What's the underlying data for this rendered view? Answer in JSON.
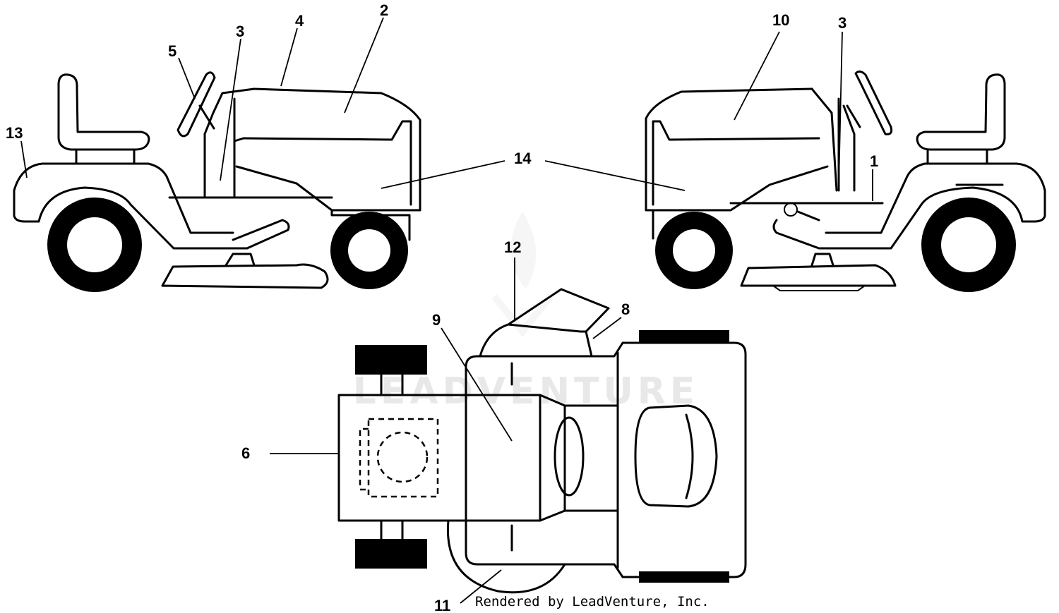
{
  "callouts": {
    "c1": "1",
    "c2": "2",
    "c3a": "3",
    "c3b": "3",
    "c4": "4",
    "c5": "5",
    "c6": "6",
    "c8": "8",
    "c9": "9",
    "c10": "10",
    "c11": "11",
    "c12": "12",
    "c13": "13",
    "c14": "14"
  },
  "watermark": "LEADVENTURE",
  "credit": "Rendered by LeadVenture, Inc."
}
